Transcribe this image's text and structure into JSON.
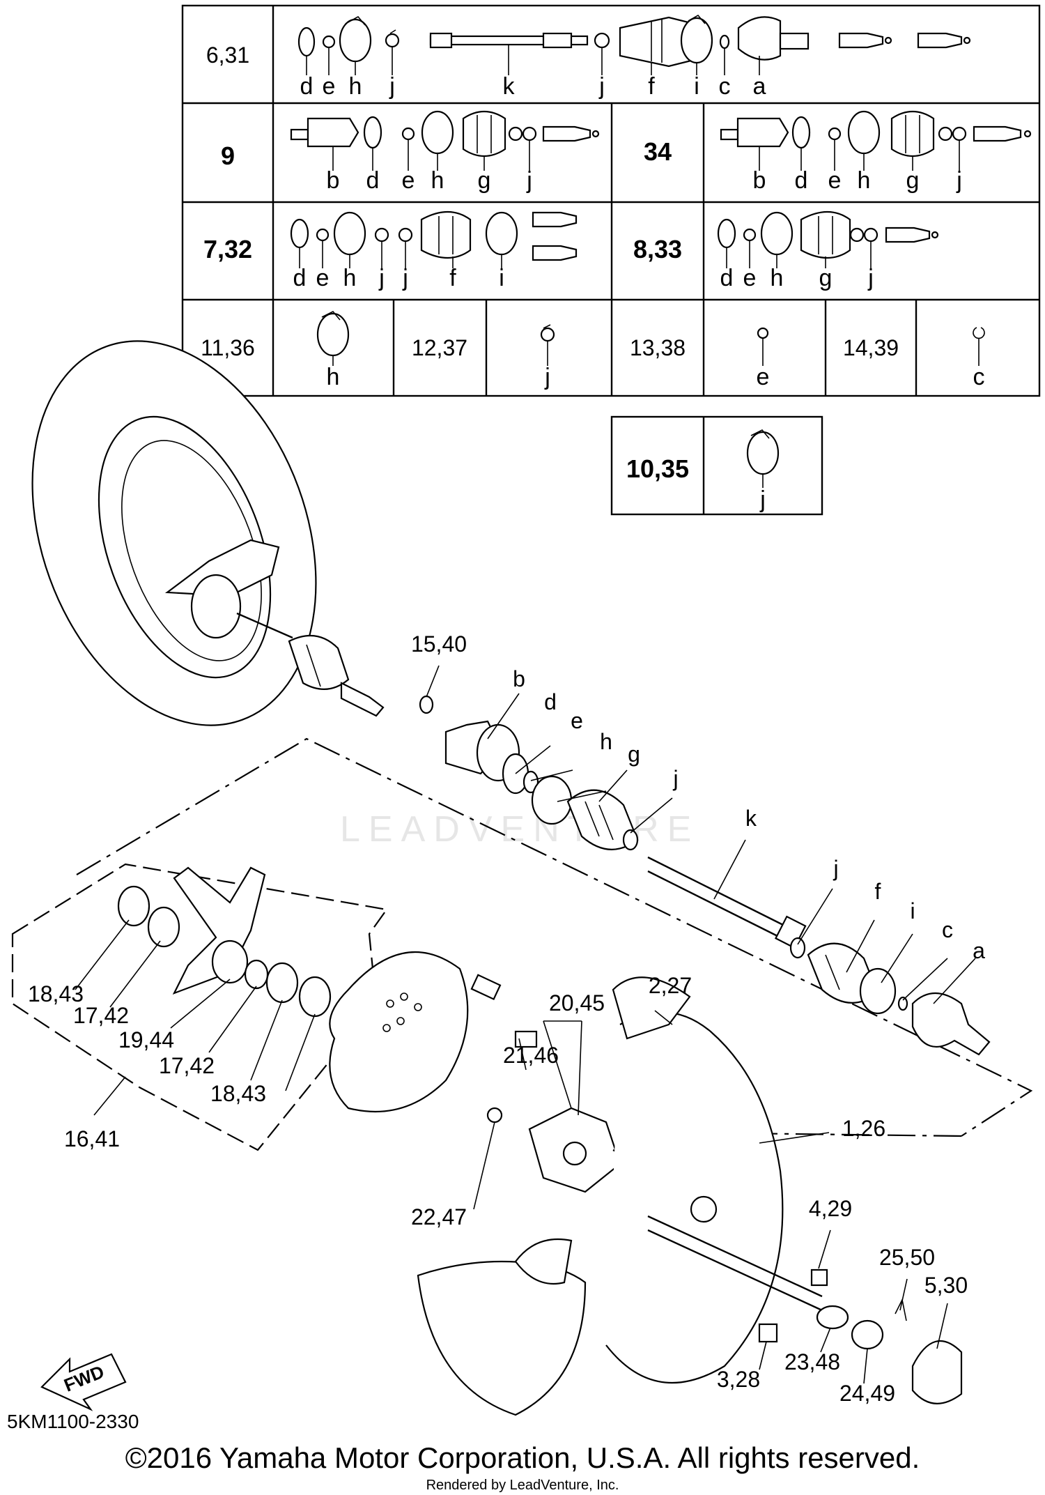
{
  "table": {
    "rows": [
      {
        "label": "6,31",
        "parts": [
          "d",
          "e",
          "h",
          "j",
          "k",
          "j",
          "f",
          "i",
          "c",
          "a"
        ]
      },
      {
        "label": "9",
        "parts": [
          "b",
          "d",
          "e",
          "h",
          "g",
          "j"
        ],
        "label2": "34",
        "parts2": [
          "b",
          "d",
          "e",
          "h",
          "g",
          "j"
        ]
      },
      {
        "label": "7,32",
        "parts": [
          "d",
          "e",
          "h",
          "j",
          "j",
          "f",
          "i"
        ],
        "label2": "8,33",
        "parts2": [
          "d",
          "e",
          "h",
          "g",
          "j"
        ]
      },
      {
        "cells": [
          {
            "label": "11,36",
            "part": "h"
          },
          {
            "label": "12,37",
            "part": "j"
          },
          {
            "label": "13,38",
            "part": "e"
          },
          {
            "label": "14,39",
            "part": "c"
          }
        ]
      }
    ],
    "extra": {
      "label": "10,35",
      "part": "j"
    }
  },
  "callouts": {
    "c15_40": "15,40",
    "b": "b",
    "d": "d",
    "e": "e",
    "h": "h",
    "g": "g",
    "j1": "j",
    "k": "k",
    "j2": "j",
    "f": "f",
    "i": "i",
    "c": "c",
    "a": "a",
    "c18_43a": "18,43",
    "c17_42a": "17,42",
    "c19_44": "19,44",
    "c17_42b": "17,42",
    "c18_43b": "18,43",
    "c16_41": "16,41",
    "c20_45": "20,45",
    "c2_27": "2,27",
    "c21_46": "21,46",
    "c1_26": "1,26",
    "c22_47": "22,47",
    "c4_29": "4,29",
    "c25_50": "25,50",
    "c5_30": "5,30",
    "c3_28": "3,28",
    "c23_48": "23,48",
    "c24_49": "24,49"
  },
  "fwd_label": "FWD",
  "watermark": "LEADVENTURE",
  "footer": {
    "code": "5KM1100-2330",
    "copyright": "©2016 Yamaha Motor Corporation, U.S.A. All rights reserved.",
    "rendered": "Rendered by LeadVenture, Inc."
  }
}
